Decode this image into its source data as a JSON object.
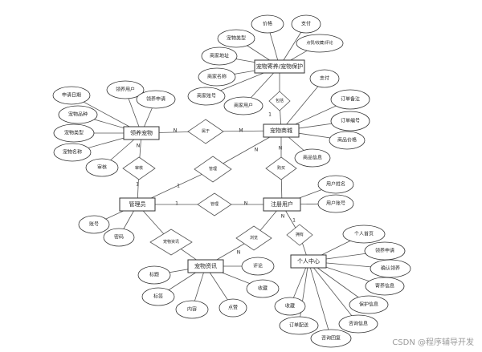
{
  "entities": [
    {
      "id": "store",
      "label": "宠物寄养/宠物保护"
    },
    {
      "id": "shop",
      "label": "宠物商城"
    },
    {
      "id": "adopt",
      "label": "领养宠物"
    },
    {
      "id": "admin",
      "label": "管理员"
    },
    {
      "id": "user",
      "label": "注册用户"
    },
    {
      "id": "info",
      "label": "宠物资讯"
    },
    {
      "id": "center",
      "label": "个人中心"
    }
  ],
  "relations": [
    {
      "id": "r_store_shop",
      "label": "包括"
    },
    {
      "id": "r_adopt_shop",
      "label": "属于"
    },
    {
      "id": "r_adopt_admin",
      "label": "审核"
    },
    {
      "id": "r_admin_shop",
      "label": "管理"
    },
    {
      "id": "r_user_shop",
      "label": "购买"
    },
    {
      "id": "r_admin_user",
      "label": "管理"
    },
    {
      "id": "r_admin_info",
      "label": "宠物资讯"
    },
    {
      "id": "r_user_info",
      "label": "浏览"
    },
    {
      "id": "r_user_center",
      "label": "拥有"
    }
  ],
  "attributes": [
    {
      "id": "a_price1",
      "label": "价格"
    },
    {
      "id": "a_pay1",
      "label": "支付"
    },
    {
      "id": "a_pettype1",
      "label": "宠物类型"
    },
    {
      "id": "a_buy",
      "label": "点赞/收藏/评论"
    },
    {
      "id": "a_addr",
      "label": "商家地址"
    },
    {
      "id": "a_shopname",
      "label": "商家名称"
    },
    {
      "id": "a_shopacct",
      "label": "商家账号"
    },
    {
      "id": "a_shopuser",
      "label": "商家用户"
    },
    {
      "id": "a_pay2",
      "label": "支付"
    },
    {
      "id": "a_ordernote",
      "label": "订单备注"
    },
    {
      "id": "a_orderno",
      "label": "订单编号"
    },
    {
      "id": "a_goodsprice",
      "label": "商品价格"
    },
    {
      "id": "a_goodsinfo",
      "label": "商品信息"
    },
    {
      "id": "a_apply_date",
      "label": "申请日期"
    },
    {
      "id": "a_adopt_user",
      "label": "领养用户"
    },
    {
      "id": "a_adopt_apply",
      "label": "领养申请"
    },
    {
      "id": "a_pet_breed",
      "label": "宠物品种"
    },
    {
      "id": "a_pet_type2",
      "label": "宠物类型"
    },
    {
      "id": "a_pet_name",
      "label": "宠物名称"
    },
    {
      "id": "a_review",
      "label": "审核"
    },
    {
      "id": "a_acct",
      "label": "账号"
    },
    {
      "id": "a_pwd",
      "label": "密码"
    },
    {
      "id": "a_username",
      "label": "用户姓名"
    },
    {
      "id": "a_useracct",
      "label": "用户账号"
    },
    {
      "id": "a_comment",
      "label": "评论"
    },
    {
      "id": "a_collect",
      "label": "收藏"
    },
    {
      "id": "a_like",
      "label": "点赞"
    },
    {
      "id": "a_content",
      "label": "内容"
    },
    {
      "id": "a_tag",
      "label": "标签"
    },
    {
      "id": "a_title",
      "label": "标题"
    },
    {
      "id": "a_homepage",
      "label": "个人首页"
    },
    {
      "id": "a_adoptreq",
      "label": "领养申请"
    },
    {
      "id": "a_confirm",
      "label": "确认领养"
    },
    {
      "id": "a_foster",
      "label": "寄养信息"
    },
    {
      "id": "a_protect",
      "label": "保护信息"
    },
    {
      "id": "a_consult",
      "label": "咨询信息"
    },
    {
      "id": "a_consultrep",
      "label": "咨询回复"
    },
    {
      "id": "a_ordership",
      "label": "订单配送"
    },
    {
      "id": "a_collect2",
      "label": "收藏"
    }
  ],
  "cardinalities": [
    {
      "id": "c1",
      "label": "1"
    },
    {
      "id": "c2",
      "label": "N"
    },
    {
      "id": "c3",
      "label": "M"
    },
    {
      "id": "c4",
      "label": "N"
    },
    {
      "id": "c5",
      "label": "1"
    },
    {
      "id": "c6",
      "label": "N"
    },
    {
      "id": "c7",
      "label": "1"
    },
    {
      "id": "c8",
      "label": "N"
    },
    {
      "id": "c9",
      "label": "N"
    },
    {
      "id": "c10",
      "label": "1"
    },
    {
      "id": "c11",
      "label": "N"
    },
    {
      "id": "c12",
      "label": "N"
    },
    {
      "id": "c13",
      "label": "1"
    }
  ],
  "watermark": "CSDN @程序辅导开发"
}
